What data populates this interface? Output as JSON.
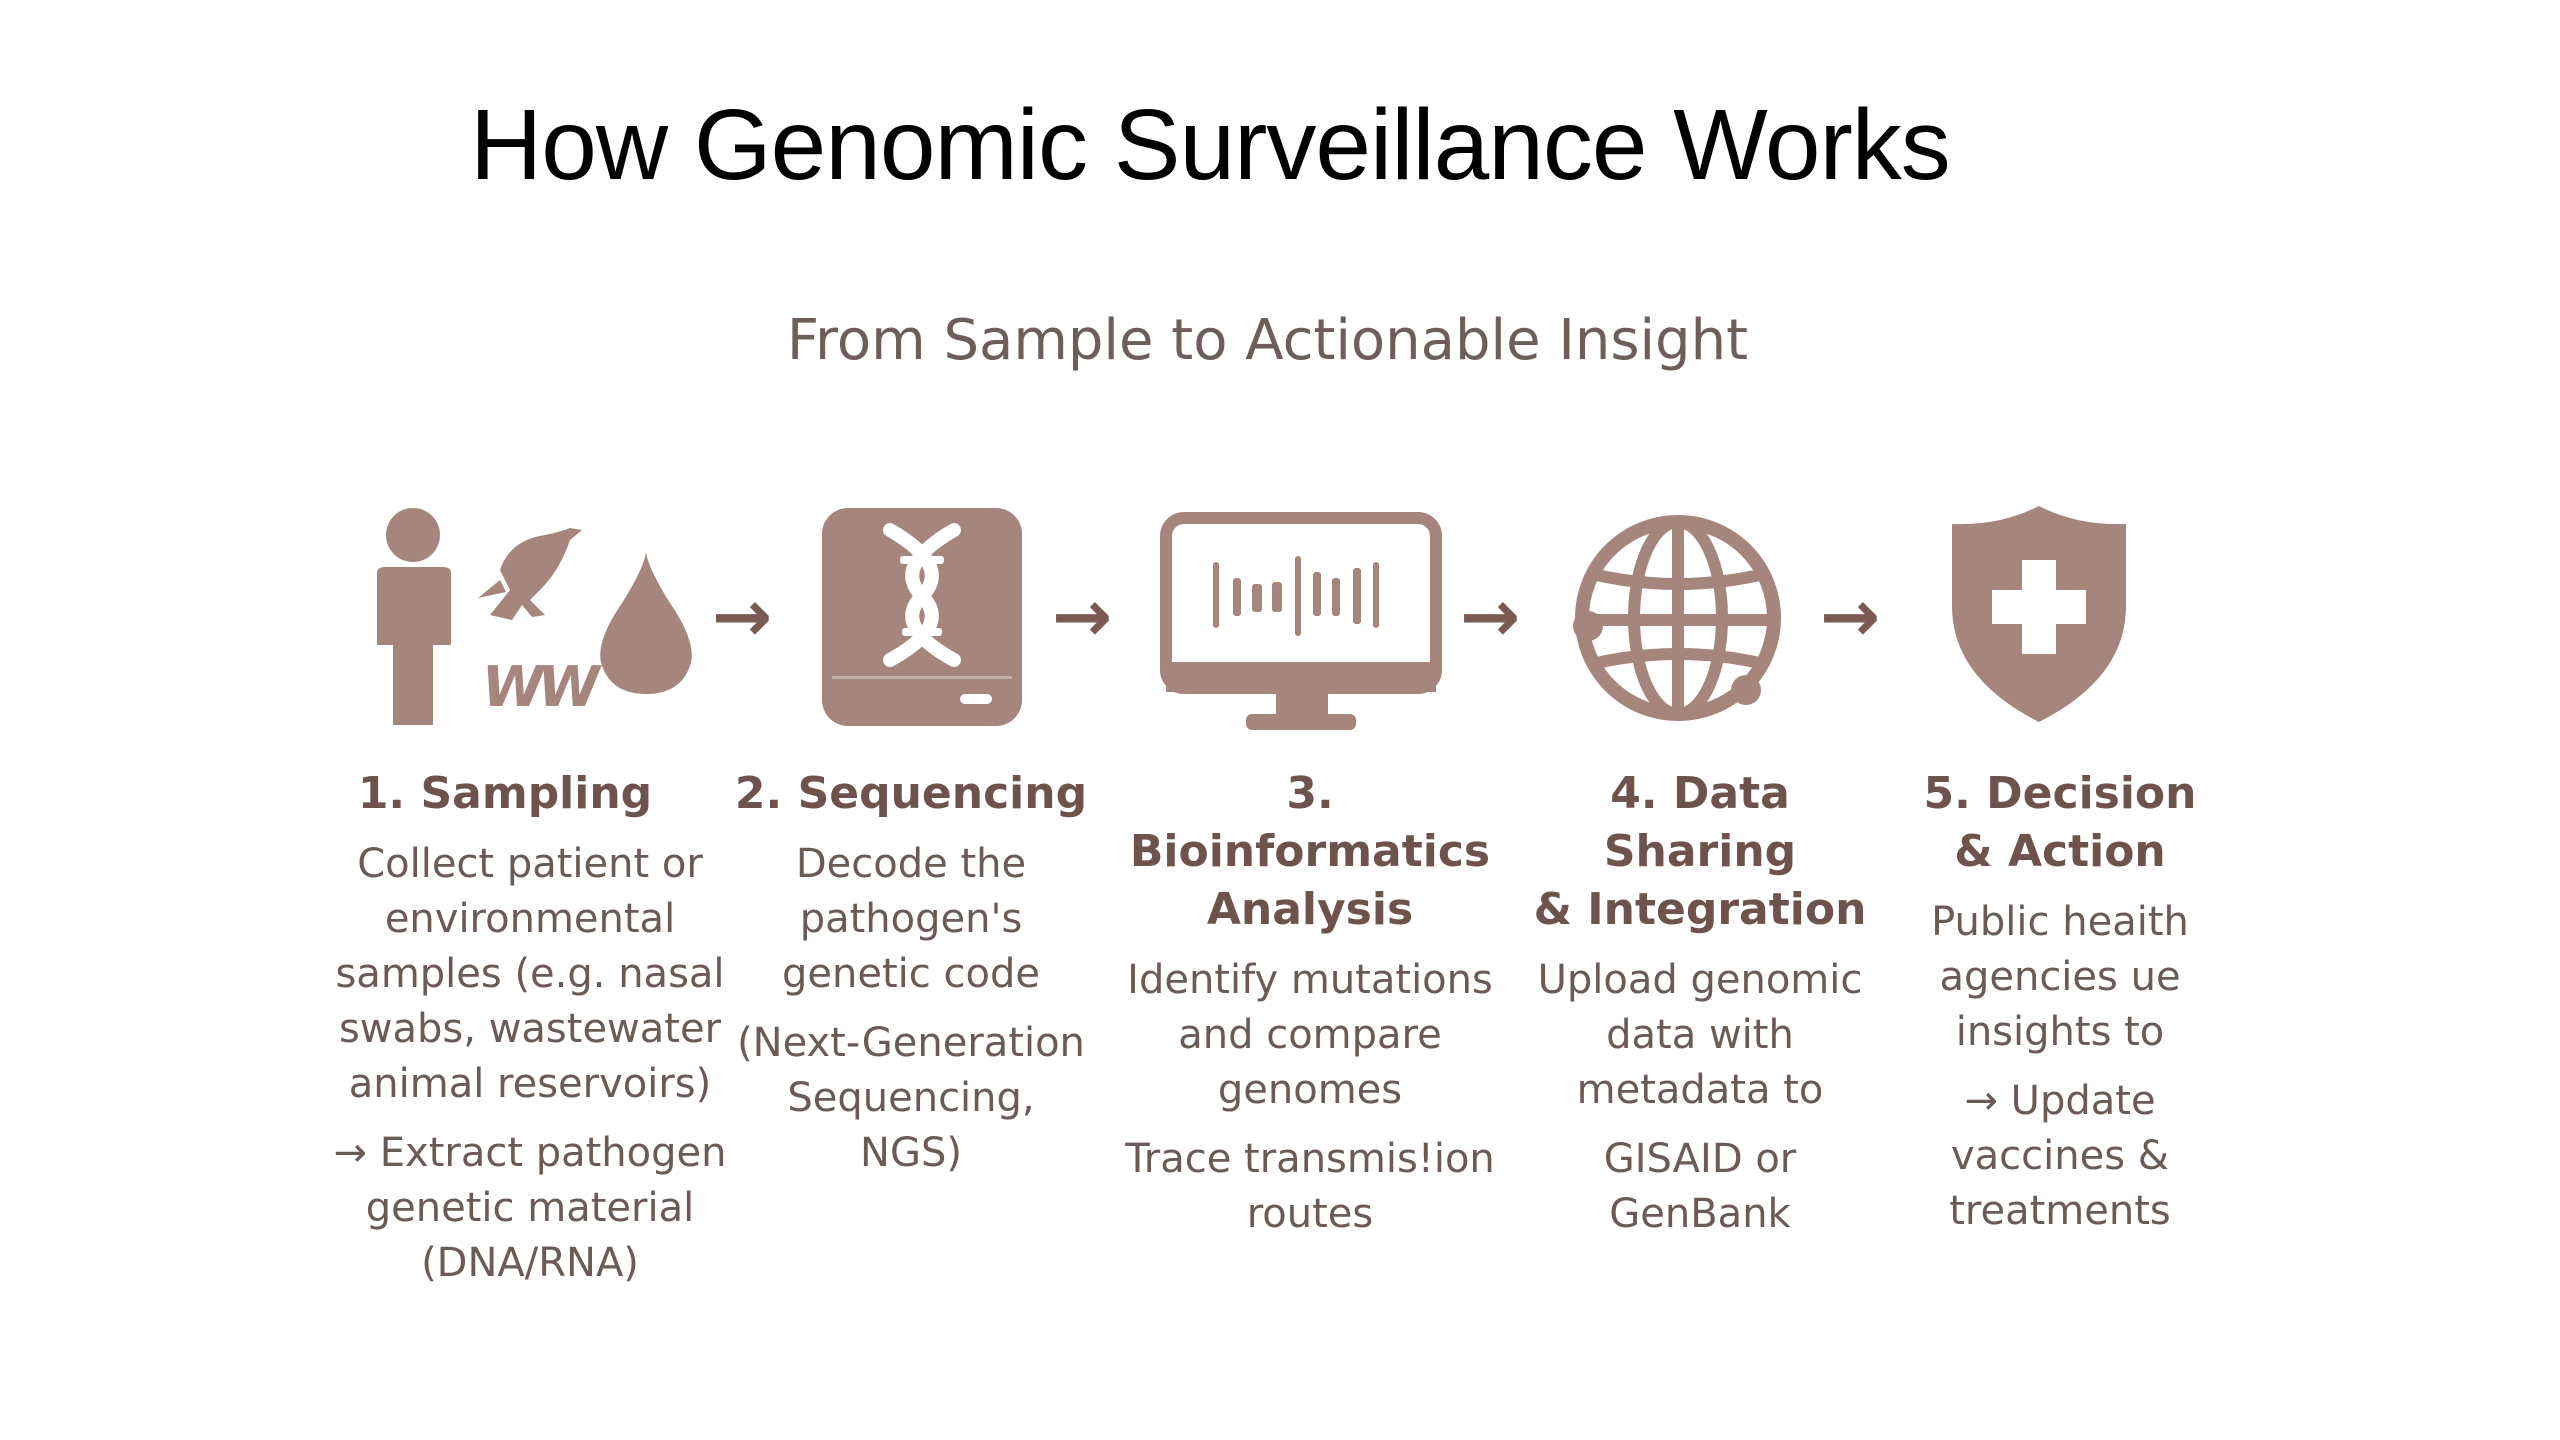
{
  "slide": {
    "title": "How Genomic Surveillance Works",
    "subtitle": "From Sample to Actionable Insight"
  },
  "colors": {
    "icon": "#a6857c",
    "text": "#6b5b57",
    "title": "#6e534c",
    "arrow": "#7a5a52"
  },
  "arrow_glyph": "→",
  "steps": [
    {
      "title": "1. Sampling",
      "icons": [
        "person-icon",
        "bird-icon",
        "wastewater-wave-icon",
        "droplet-icon"
      ],
      "icon_text": "WW",
      "paragraphs": [
        "Collect patient or\nenvironmental\nsamples (e.g. nasal\nswabs, wastewater\nanimal reservoirs)",
        "→ Extract pathogen\ngenetic material\n(DNA/RNA)"
      ]
    },
    {
      "title": "2. Sequencing",
      "icons": [
        "sequencer-dna-icon"
      ],
      "paragraphs": [
        "Decode the\npathogen's\ngenetic code",
        "(Next-Generation\nSequencing,\nNGS)"
      ]
    },
    {
      "title": "3. Bioinformatics\nAnalysis",
      "icons": [
        "monitor-barcode-icon"
      ],
      "paragraphs": [
        "Identify mutations\nand compare\ngenomes",
        "Trace transmis!ion\nroutes"
      ]
    },
    {
      "title": "4. Data Sharing\n& Integration",
      "icons": [
        "globe-icon"
      ],
      "paragraphs": [
        "Upload genomic\ndata with\nmetadata  to",
        "GISAID or\nGenBank"
      ]
    },
    {
      "title": "5. Decision\n& Action",
      "icons": [
        "shield-cross-icon"
      ],
      "paragraphs": [
        "Public heaith\nagencies ue\ninsights to",
        "→ Update\nvaccines &\ntreatments"
      ]
    }
  ]
}
